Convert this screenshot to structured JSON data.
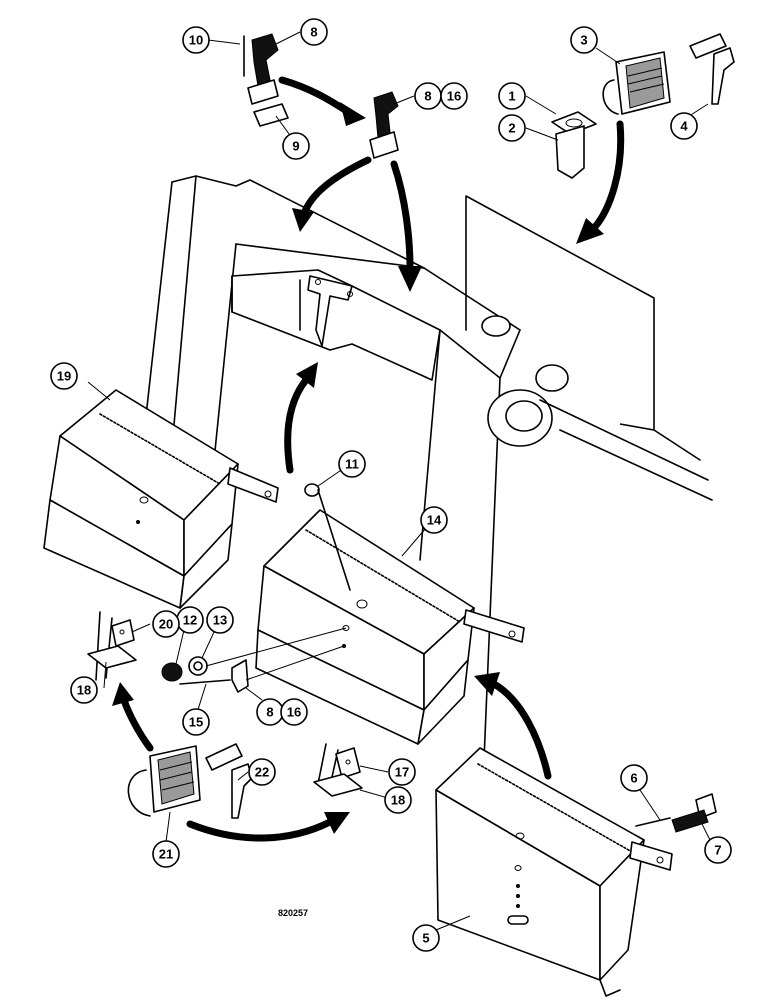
{
  "drawing_number": "820257",
  "callouts": [
    "1",
    "2",
    "3",
    "4",
    "5",
    "6",
    "7",
    "8",
    "9",
    "10",
    "11",
    "12",
    "13",
    "14",
    "15",
    "16",
    "17",
    "18",
    "19",
    "20",
    "21",
    "22"
  ]
}
